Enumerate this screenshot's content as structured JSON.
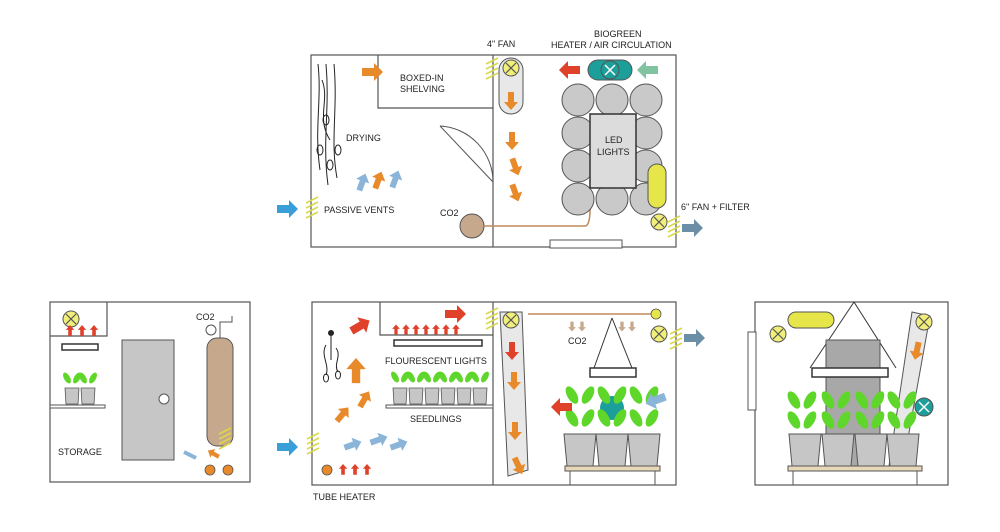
{
  "labels": {
    "fan_4in": "4\" FAN",
    "biogreen": "BIOGREEN",
    "heater_air": "HEATER / AIR CIRCULATION",
    "boxed_in_1": "BOXED-IN",
    "boxed_in_2": "SHELVING",
    "drying": "DRYING",
    "led_1": "LED",
    "led_2": "LIGHTS",
    "passive_vents": "PASSIVE VENTS",
    "co2_top": "CO2",
    "fan_filter": "6\" FAN + FILTER",
    "storage": "STORAGE",
    "co2_storage": "CO2",
    "flourescent": "FLOURESCENT LIGHTS",
    "seedlings": "SEEDLINGS",
    "co2_mid": "CO2",
    "tube_heater": "TUBE HEATER"
  },
  "colors": {
    "wall": "#555555",
    "blue_arrow": "#3a9fd8",
    "orange_arrow": "#e8892a",
    "red_arrow": "#e0412a",
    "fan_yellow": "#f1ef7a",
    "teal": "#1c9e9a",
    "leaf_green": "#5fd62a",
    "pot_gray": "#c6c6c6",
    "co2_brown": "#c6a98d",
    "vent_yellow": "#d9d94a"
  }
}
